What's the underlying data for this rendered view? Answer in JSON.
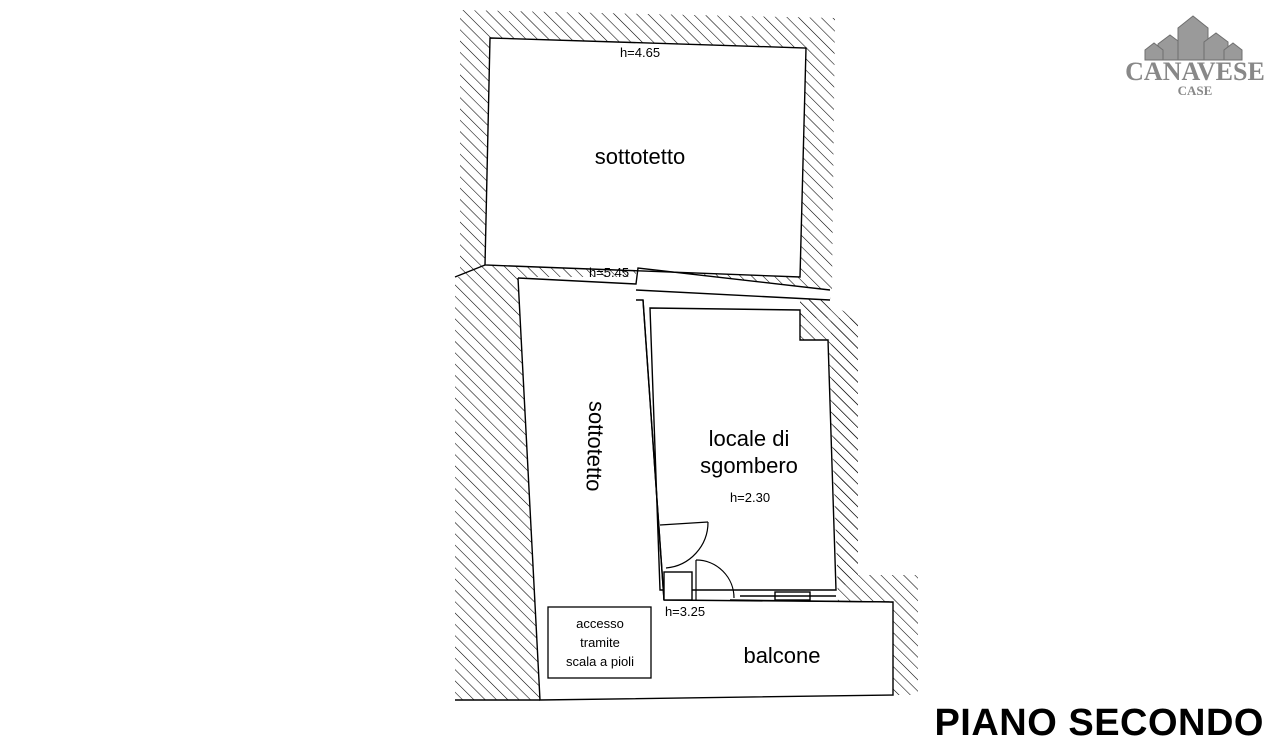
{
  "title": "PIANO SECONDO",
  "logo": {
    "main": "CANAVESE",
    "sub": "CASE"
  },
  "rooms": {
    "upper_attic": "sottotetto",
    "side_attic": "sottotetto",
    "storage_line1": "locale di",
    "storage_line2": "sgombero",
    "balcony": "balcone"
  },
  "heights": {
    "upper": "h=4.65",
    "middle": "h=5.45",
    "storage": "h=2.30",
    "balcony": "h=3.25"
  },
  "access_note": {
    "line1": "accesso",
    "line2": "tramite",
    "line3": "scala a pioli"
  }
}
